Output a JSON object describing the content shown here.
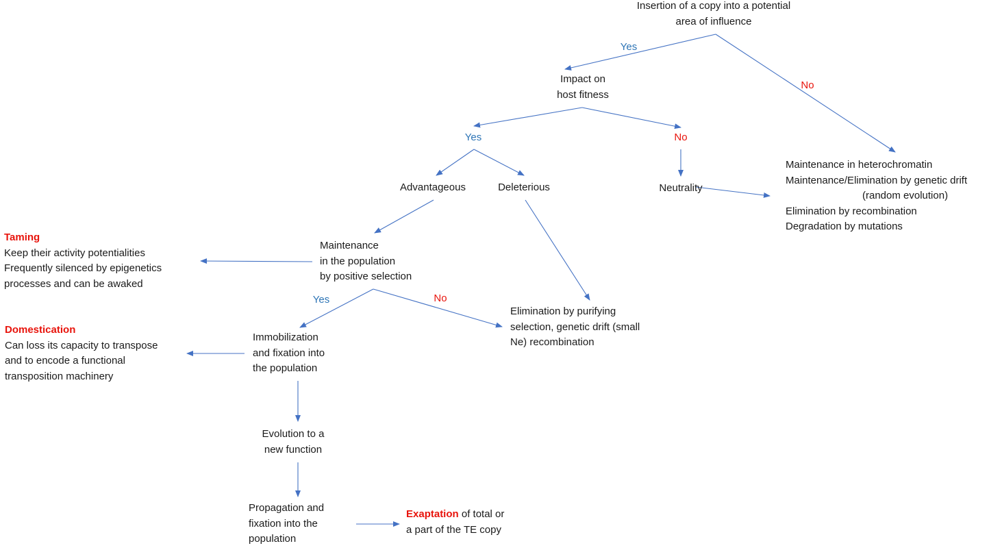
{
  "colors": {
    "arrow": "#4472c4",
    "yes": "#2e75b6",
    "no": "#e8140c",
    "highlight": "#e8140c"
  },
  "nodes": {
    "insertion": [
      "Insertion of a copy into a potential",
      "area of influence"
    ],
    "impact": [
      "Impact on",
      "host fitness"
    ],
    "advantageous": [
      "Advantageous"
    ],
    "deleterious": [
      "Deleterious"
    ],
    "neutrality": [
      "Neutrality"
    ],
    "maint_list": [
      "Maintenance in heterochromatin",
      "Maintenance/Elimination by genetic drift",
      "(random evolution)",
      "Elimination by recombination",
      "Degradation by mutations"
    ],
    "maintenance_pos": [
      "Maintenance",
      "in the population",
      "by positive selection"
    ],
    "taming": {
      "title": "Taming",
      "lines": [
        "Keep their activity potentialities",
        "Frequently silenced by epigenetics",
        "processes and can be awaked"
      ]
    },
    "elimination": [
      "Elimination by purifying",
      "selection, genetic drift (small",
      "Ne) recombination"
    ],
    "immobilization": [
      "Immobilization",
      "and fixation into",
      "the population"
    ],
    "domestication": {
      "title": "Domestication",
      "lines": [
        "Can loss its capacity to transpose",
        "and to encode a functional",
        "transposition machinery"
      ]
    },
    "evolution": [
      "Evolution to a",
      "new function"
    ],
    "propagation": [
      "Propagation and",
      "fixation into the",
      "population"
    ],
    "exaptation": {
      "highlight": "Exaptation",
      "line1_rest": " of total or",
      "line2": "a part of the TE copy"
    }
  },
  "labels": {
    "yes1": "Yes",
    "no1": "No",
    "yes2": "Yes",
    "no2": "No",
    "yes3": "Yes",
    "no3": "No"
  }
}
